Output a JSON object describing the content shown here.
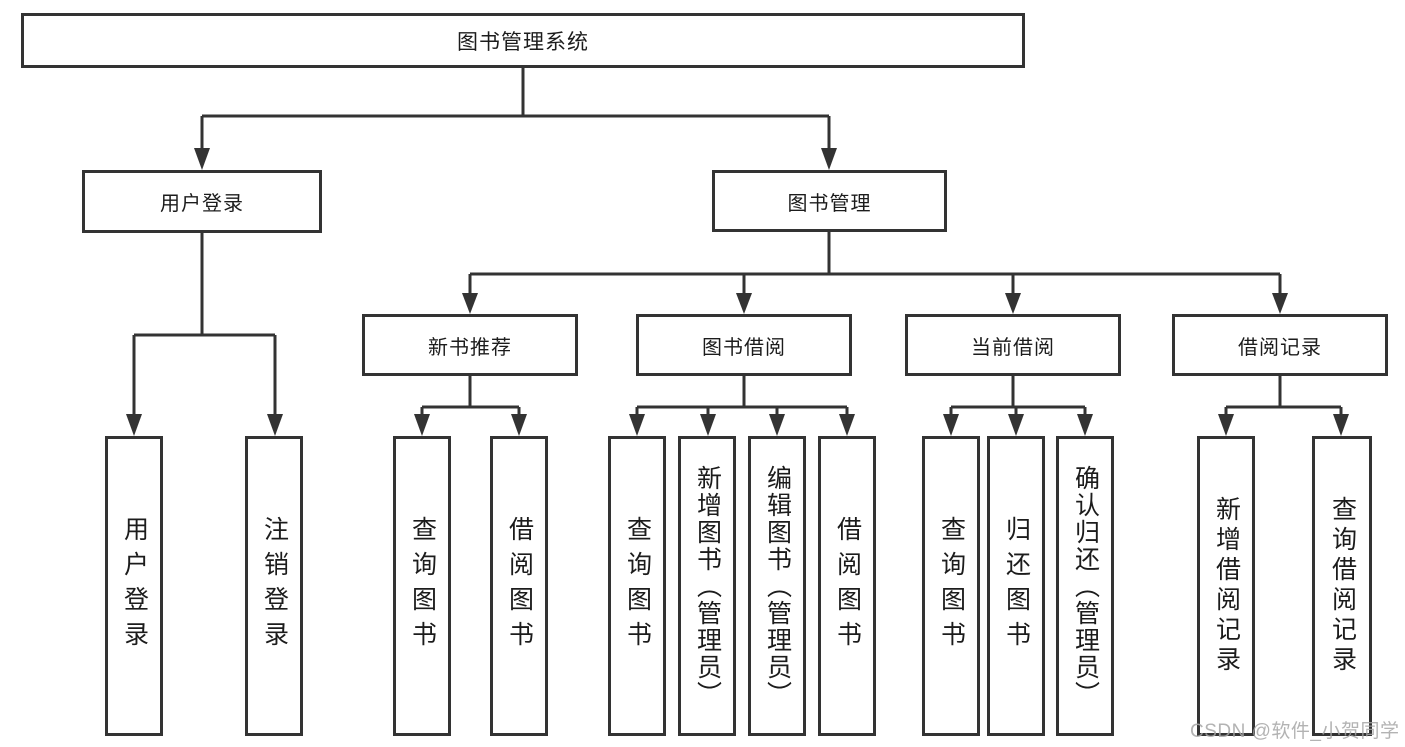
{
  "tree": {
    "root": {
      "label": "图书管理系统"
    },
    "branches": [
      {
        "label": "用户登录",
        "leaves": [
          "用户登录",
          "注销登录"
        ]
      },
      {
        "label": "图书管理",
        "groups": [
          {
            "label": "新书推荐",
            "leaves": [
              "查询图书",
              "借阅图书"
            ]
          },
          {
            "label": "图书借阅",
            "leaves": [
              "查询图书",
              "新增图书（管理员）",
              "编辑图书（管理员）",
              "借阅图书"
            ]
          },
          {
            "label": "当前借阅",
            "leaves": [
              "查询图书",
              "归还图书",
              "确认归还（管理员）"
            ]
          },
          {
            "label": "借阅记录",
            "leaves": [
              "新增借阅记录",
              "查询借阅记录"
            ]
          }
        ]
      }
    ]
  },
  "watermark": {
    "text": "CSDN @软件_小贺同学"
  },
  "colors": {
    "line": "#333333",
    "text": "#1c1c1c",
    "box_background": "#ffffff",
    "watermark": "#a6a6a6"
  }
}
